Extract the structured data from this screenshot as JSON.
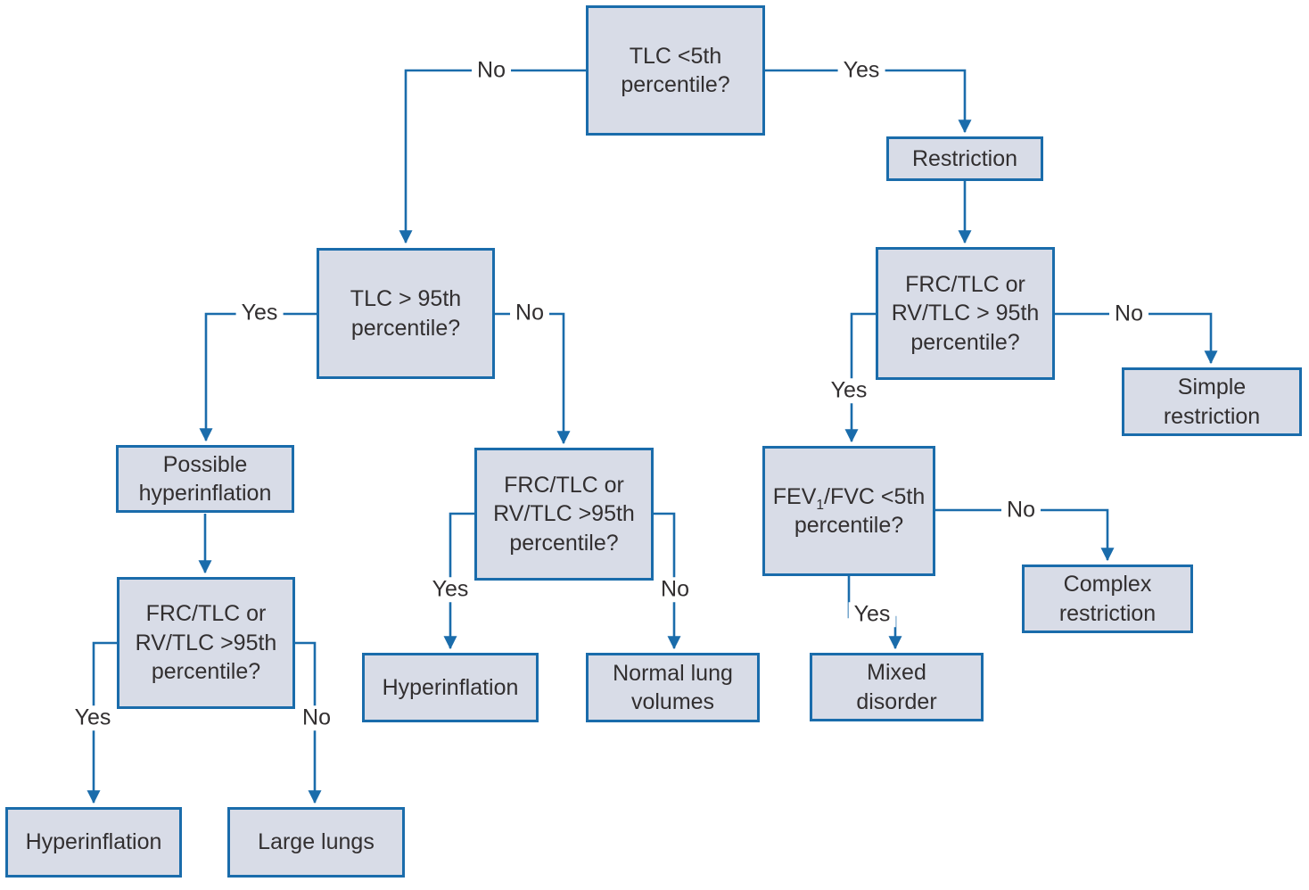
{
  "diagram": {
    "colors": {
      "background": "#ffffff",
      "box_fill": "#d8dce7",
      "box_border": "#1a6cab",
      "line": "#1a6cab",
      "text": "#322f30"
    },
    "nodes": {
      "tlc_lt_5th": {
        "lines": [
          "TLC <5th",
          "percentile?"
        ]
      },
      "restriction": {
        "lines": [
          "Restriction"
        ]
      },
      "frc_right": {
        "lines": [
          "FRC/TLC or",
          "RV/TLC > 95th",
          "percentile?"
        ]
      },
      "simple_restriction": {
        "lines": [
          "Simple",
          "restriction"
        ]
      },
      "fev1_fvc": {
        "pre_sub": "FEV",
        "sub": "1",
        "post_sub": "/FVC <5th",
        "line2": "percentile?"
      },
      "complex_restriction": {
        "lines": [
          "Complex",
          "restriction"
        ]
      },
      "mixed_disorder": {
        "lines": [
          "Mixed",
          "disorder"
        ]
      },
      "tlc_gt_95th": {
        "lines": [
          "TLC > 95th",
          "percentile?"
        ]
      },
      "possible_hyperinflation": {
        "lines": [
          "Possible",
          "hyperinflation"
        ]
      },
      "frc_left": {
        "lines": [
          "FRC/TLC or",
          "RV/TLC >95th",
          "percentile?"
        ]
      },
      "hyperinflation_left": {
        "lines": [
          "Hyperinflation"
        ]
      },
      "large_lungs": {
        "lines": [
          "Large lungs"
        ]
      },
      "frc_mid": {
        "lines": [
          "FRC/TLC or",
          "RV/TLC >95th",
          "percentile?"
        ]
      },
      "hyperinflation_mid": {
        "lines": [
          "Hyperinflation"
        ]
      },
      "normal_lung_volumes": {
        "lines": [
          "Normal lung",
          "volumes"
        ]
      }
    },
    "edge_labels": {
      "top_no": "No",
      "top_yes": "Yes",
      "right_frc_no": "No",
      "right_frc_yes": "Yes",
      "fev_no": "No",
      "fev_yes": "Yes",
      "tlc95_yes": "Yes",
      "tlc95_no": "No",
      "left_frc_yes": "Yes",
      "left_frc_no": "No",
      "mid_frc_yes": "Yes",
      "mid_frc_no": "No"
    }
  }
}
